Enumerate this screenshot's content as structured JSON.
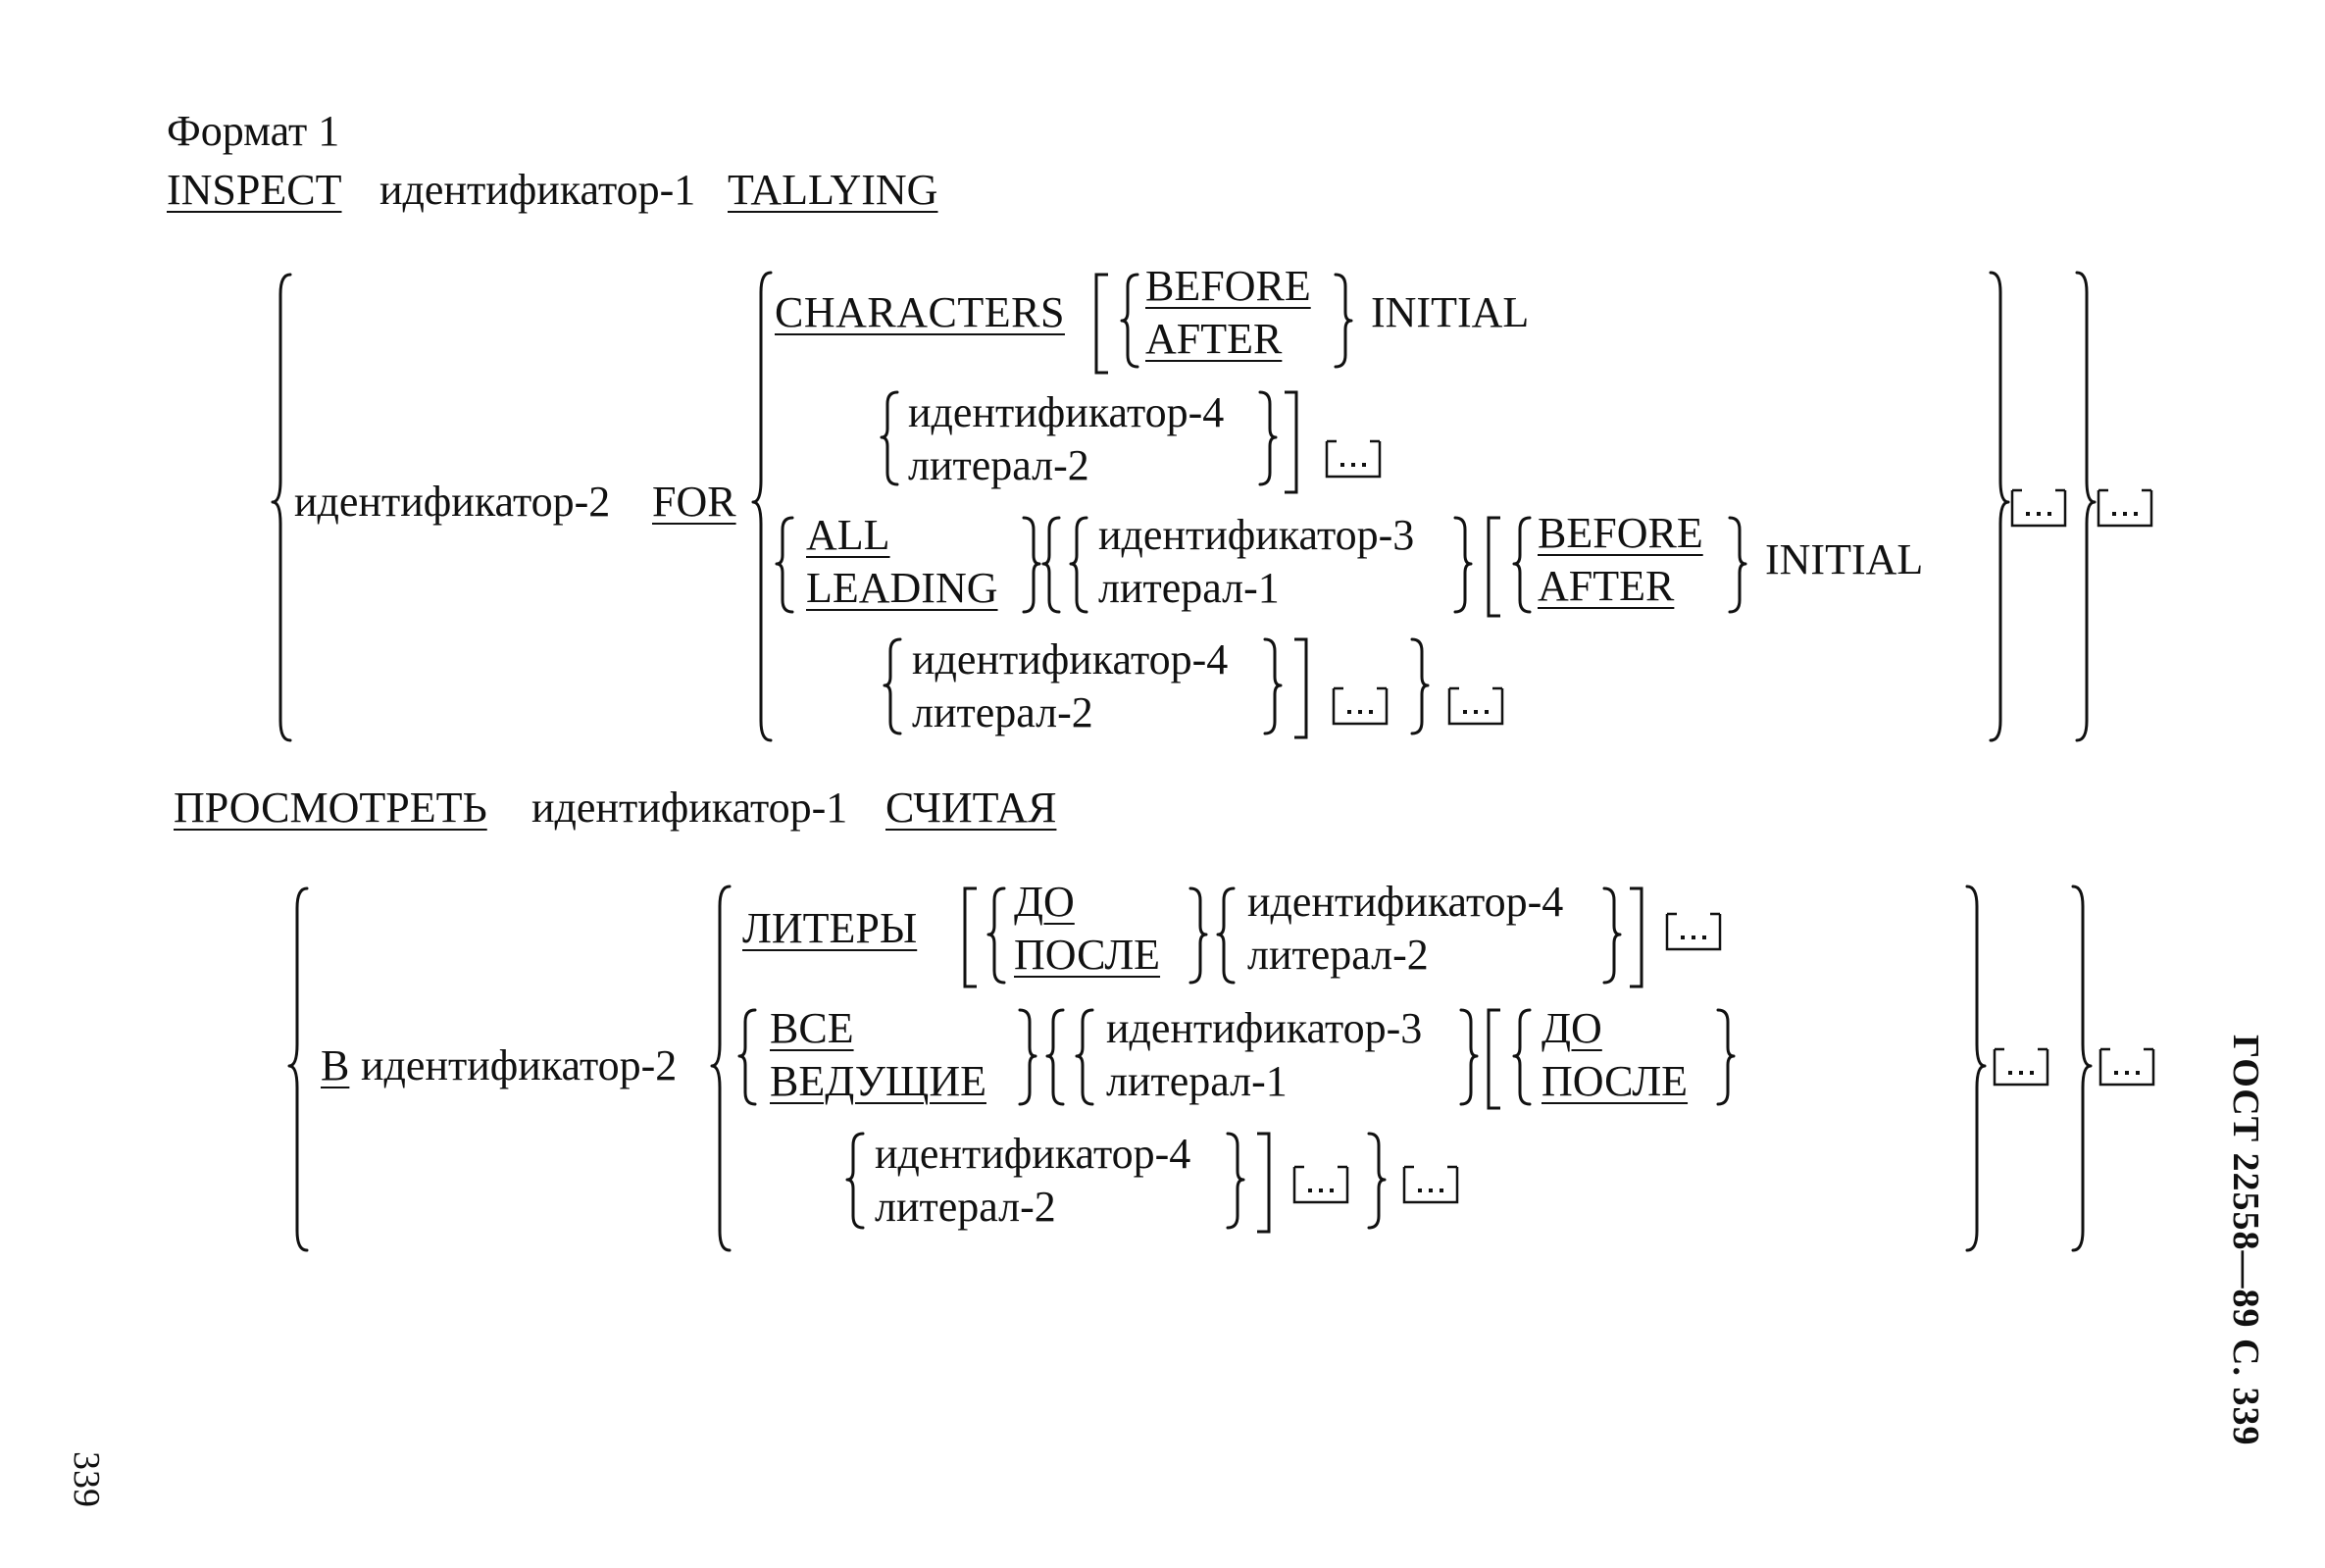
{
  "header": {
    "format_label": "Формат 1"
  },
  "english": {
    "inspect": "INSPECT",
    "ident1": "идентификатор-1",
    "tallying": "TALLYING",
    "ident2": "идентификатор-2",
    "for": "FOR",
    "characters": "CHARACTERS",
    "before": "BEFORE",
    "after": "AFTER",
    "initial": "INITIAL",
    "ident4": "идентификатор-4",
    "lit2": "литерал-2",
    "all": "ALL",
    "leading": "LEADING",
    "ident3": "идентификатор-3",
    "lit1": "литерал-1"
  },
  "russian": {
    "prosmotret": "ПРОСМОТРЕТЬ",
    "ident1": "идентификатор-1",
    "schitaya": "СЧИТАЯ",
    "v": "В",
    "ident2": "идентификатор-2",
    "litery": "ЛИТЕРЫ",
    "do": "ДО",
    "posle": "ПОСЛЕ",
    "ident4": "идентификатор-4",
    "lit2": "литерал-2",
    "vse": "ВСЕ",
    "veduschie": "ВЕДУЩИЕ",
    "ident3": "идентификатор-3",
    "lit1": "литерал-1"
  },
  "margins": {
    "page_number": "339",
    "standard": "ГОСТ 22558—89 С. 339"
  }
}
